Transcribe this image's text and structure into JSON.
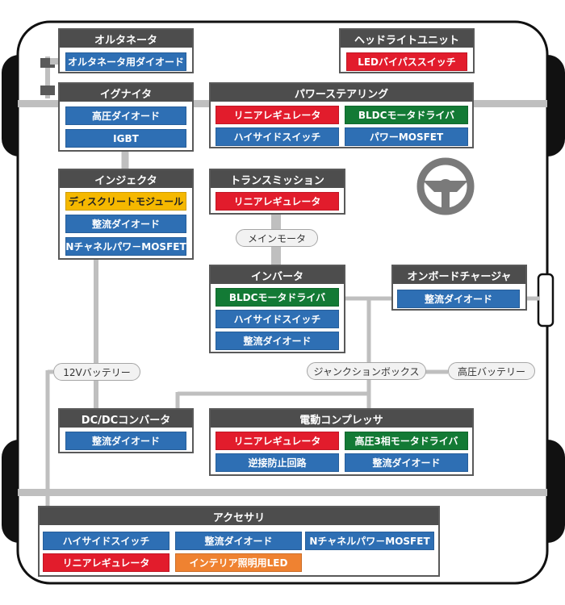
{
  "colors": {
    "blue": "#2e6fb4",
    "red": "#e21c2c",
    "green": "#137a35",
    "yellow": "#f5b800",
    "orange": "#ef8231",
    "header": "#4d4d4d",
    "wire": "#bfbfbf",
    "chassis": "#111111"
  },
  "icons": {
    "steering": "steering-wheel-icon",
    "wheels": "wheel-icon"
  },
  "blocks": {
    "alternator": {
      "title": "オルタネータ",
      "components": [
        "オルタネータ用ダイオード"
      ]
    },
    "headlight": {
      "title": "ヘッドライトユニット",
      "components": [
        "LEDバイパススイッチ"
      ]
    },
    "igniter": {
      "title": "イグナイタ",
      "components": [
        "高圧ダイオード",
        "IGBT"
      ]
    },
    "power_steering": {
      "title": "パワーステアリング",
      "components": [
        "リニアレギュレータ",
        "BLDCモータドライバ",
        "ハイサイドスイッチ",
        "パワーMOSFET"
      ]
    },
    "injector": {
      "title": "インジェクタ",
      "components": [
        "ディスクリートモジュール",
        "整流ダイオード",
        "Nチャネルパワ－MOSFET"
      ]
    },
    "transmission": {
      "title": "トランスミッション",
      "components": [
        "リニアレギュレータ"
      ]
    },
    "inverter": {
      "title": "インバータ",
      "components": [
        "BLDCモータドライバ",
        "ハイサイドスイッチ",
        "整流ダイオード"
      ]
    },
    "onboard_charger": {
      "title": "オンボードチャージャ",
      "components": [
        "整流ダイオード"
      ]
    },
    "dcdc": {
      "title": "DC/DCコンバータ",
      "components": [
        "整流ダイオード"
      ]
    },
    "compressor": {
      "title": "電動コンプレッサ",
      "components": [
        "リニアレギュレータ",
        "高圧3相モータドライバ",
        "逆接防止回路",
        "整流ダイオード"
      ]
    },
    "accessory": {
      "title": "アクセサリ",
      "components": [
        "ハイサイドスイッチ",
        "整流ダイオード",
        "Nチャネルパワ－MOSFET",
        "リニアレギュレータ",
        "インテリア照明用LED"
      ]
    }
  },
  "labels": {
    "main_motor": "メインモータ",
    "battery_12v": "12Vバッテリー",
    "junction_box": "ジャンクションボックス",
    "hv_battery": "高圧バッテリー"
  }
}
